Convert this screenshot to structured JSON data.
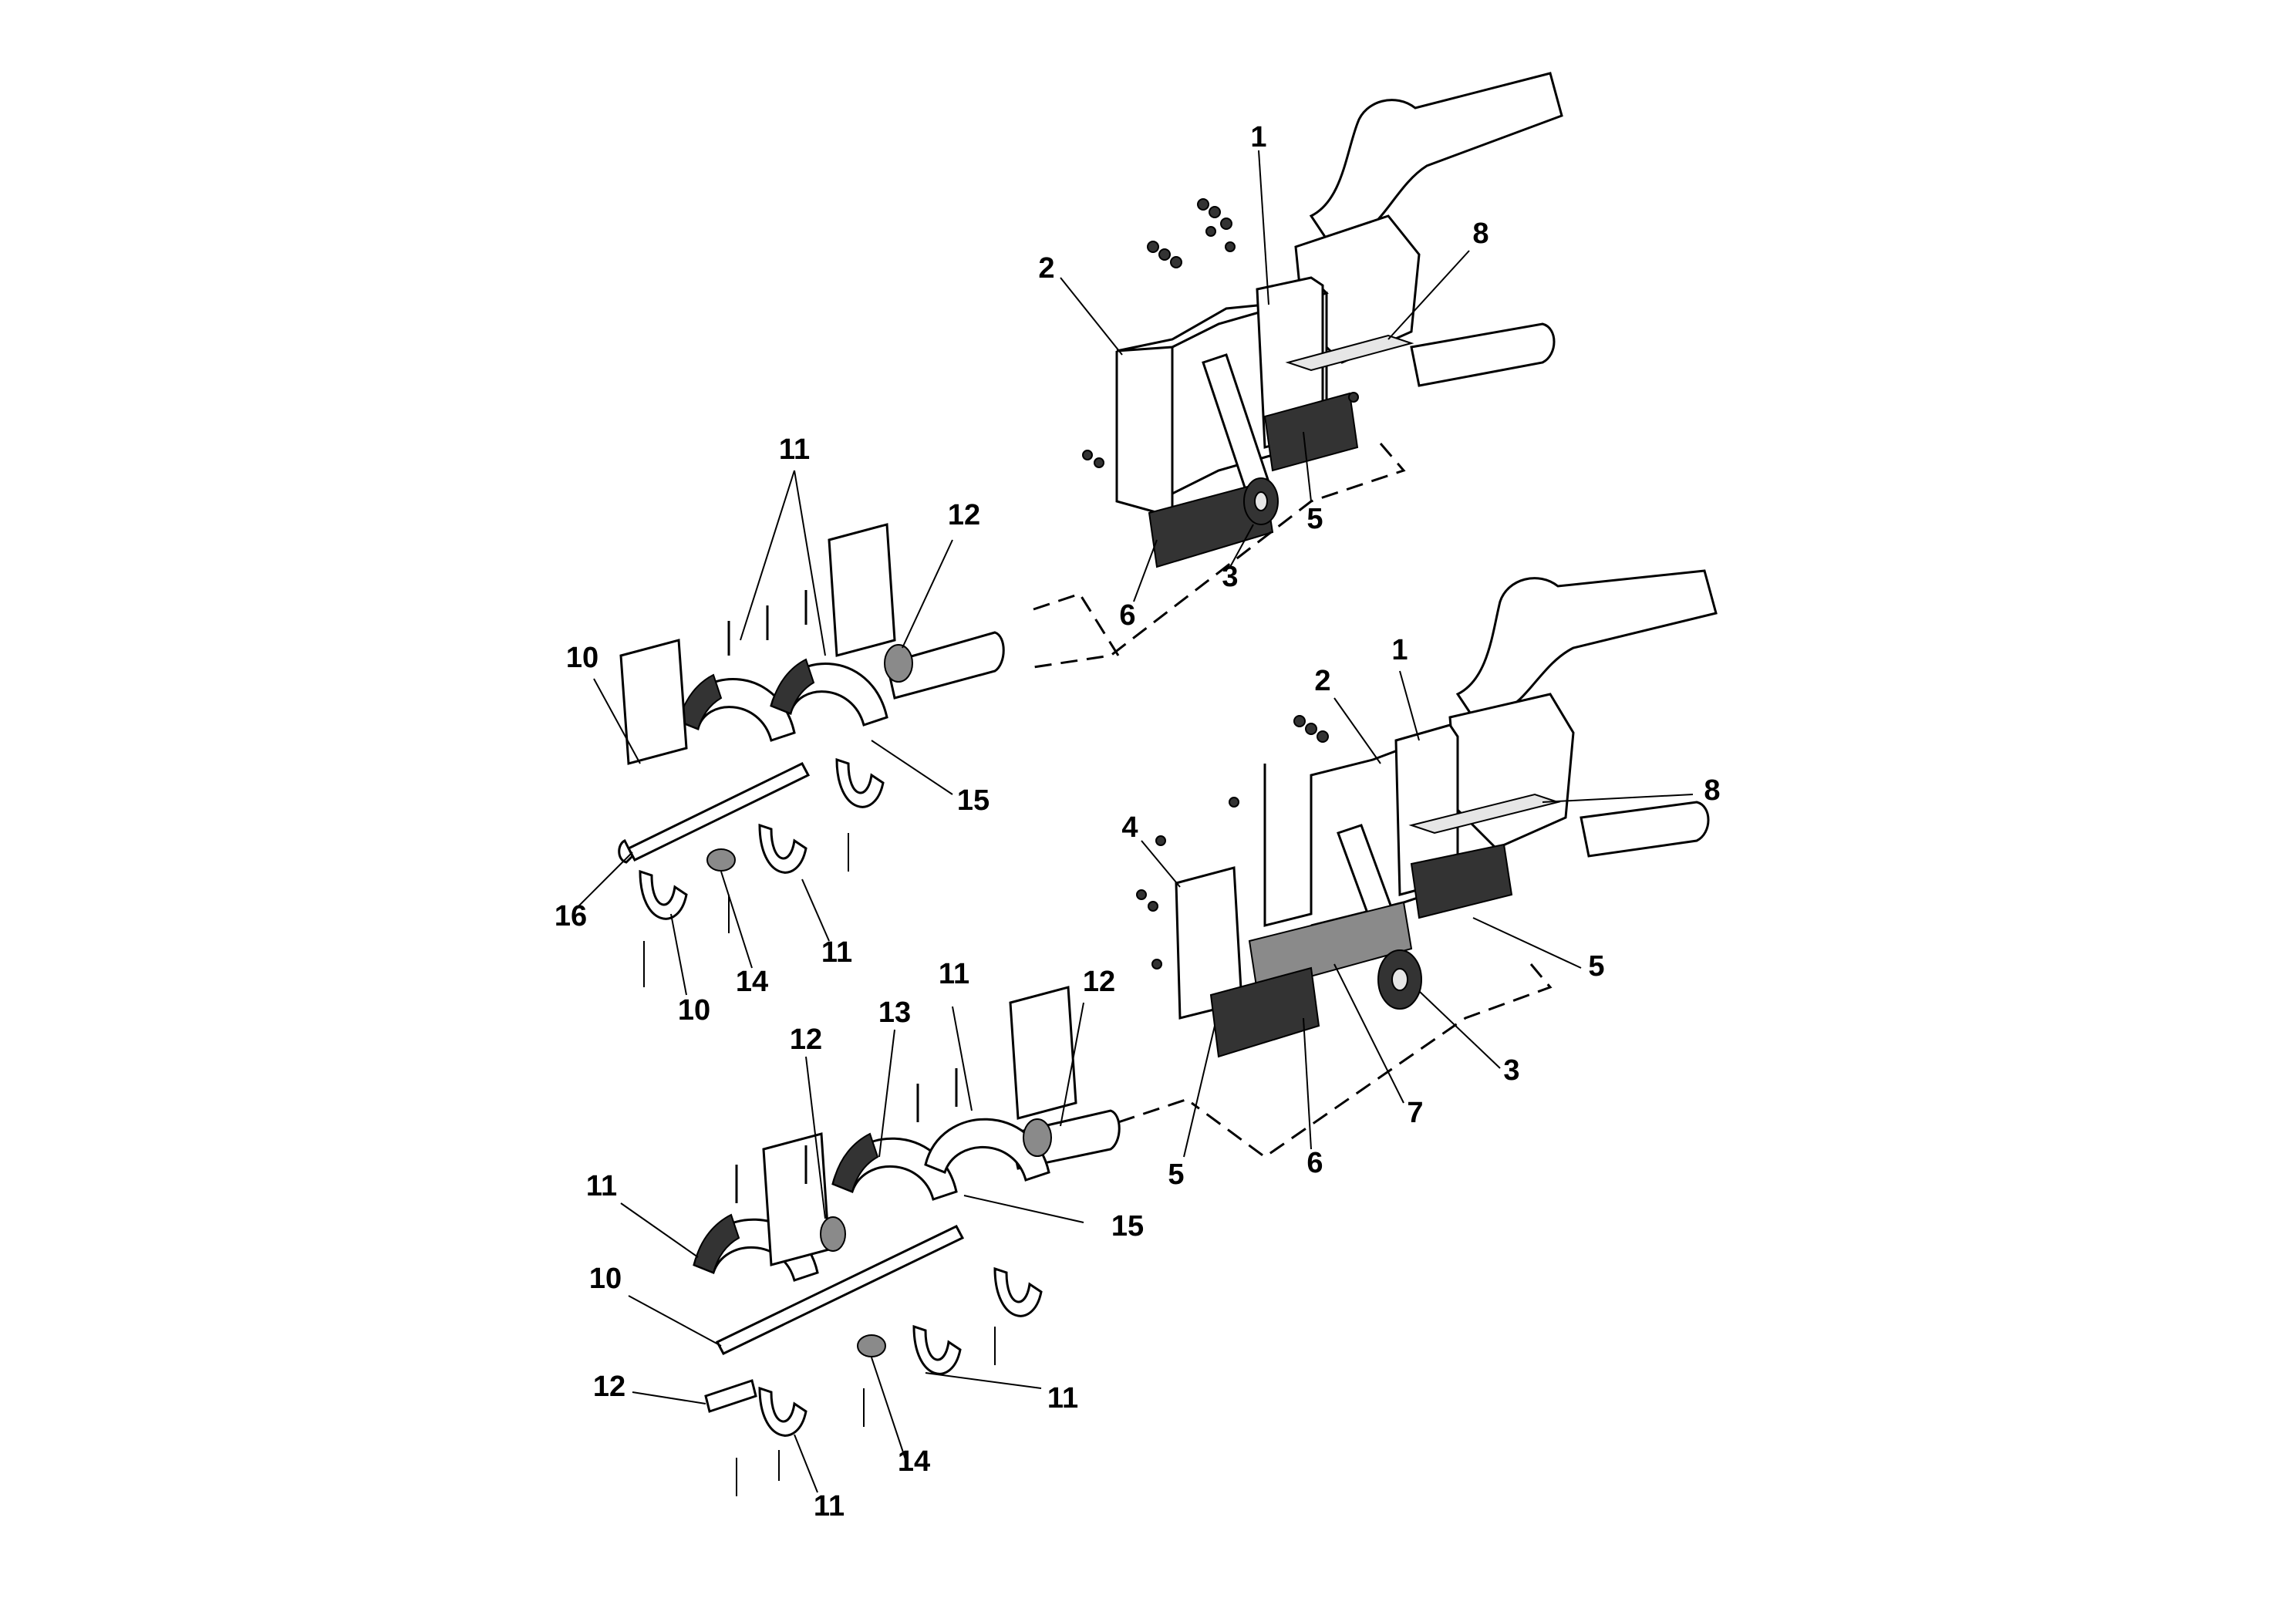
{
  "callouts": {
    "upper_assembly": {
      "c1": "1",
      "c2": "2",
      "c3": "3",
      "c5": "5",
      "c6": "6",
      "c8": "8"
    },
    "lower_assembly": {
      "c1": "1",
      "c2": "2",
      "c3": "3",
      "c4": "4",
      "c5a": "5",
      "c5b": "5",
      "c6": "6",
      "c7": "7",
      "c8": "8"
    },
    "upper_auger": {
      "c11": "11",
      "c12": "12",
      "c10": "10",
      "c15": "15",
      "c16": "16",
      "c14": "14",
      "c11b": "11",
      "c10b": "10"
    },
    "lower_auger": {
      "c13": "13",
      "c11": "11",
      "c12a": "12",
      "c12b": "12",
      "c11b": "11",
      "c15": "15",
      "c10": "10",
      "c12c": "12",
      "c14": "14",
      "c11c": "11",
      "c11d": "11"
    }
  }
}
